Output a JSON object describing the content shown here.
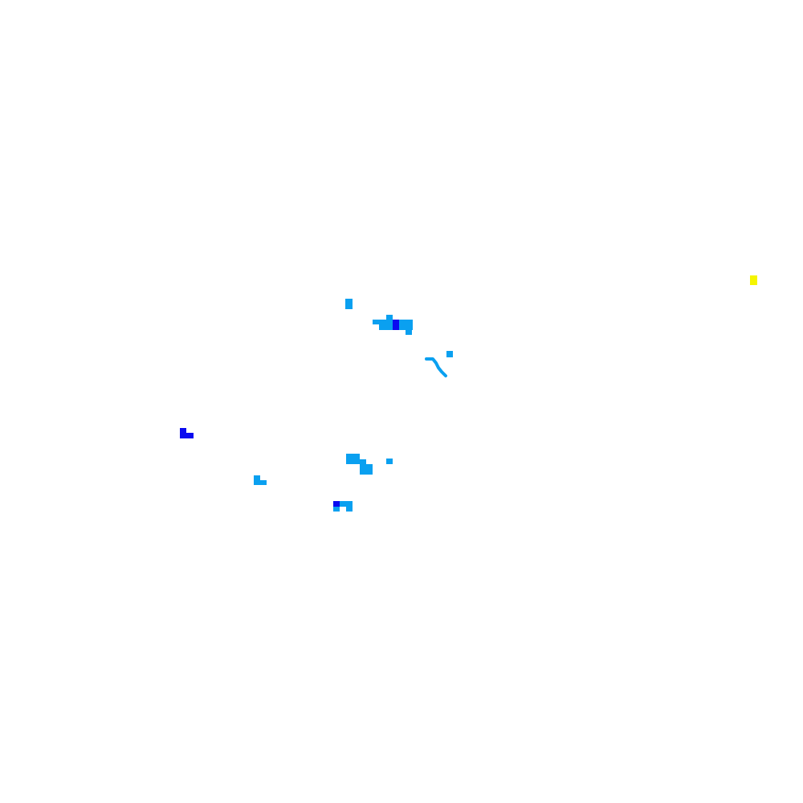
{
  "map": {
    "background_color": "#ffffff",
    "legend": {
      "light_blue": "#0aa0f0",
      "blue": "#0a0af0",
      "yellow": "#f5f500"
    },
    "feature_classes": [
      "light-blue-patch",
      "blue-patch",
      "yellow-patch",
      "river-line"
    ]
  }
}
